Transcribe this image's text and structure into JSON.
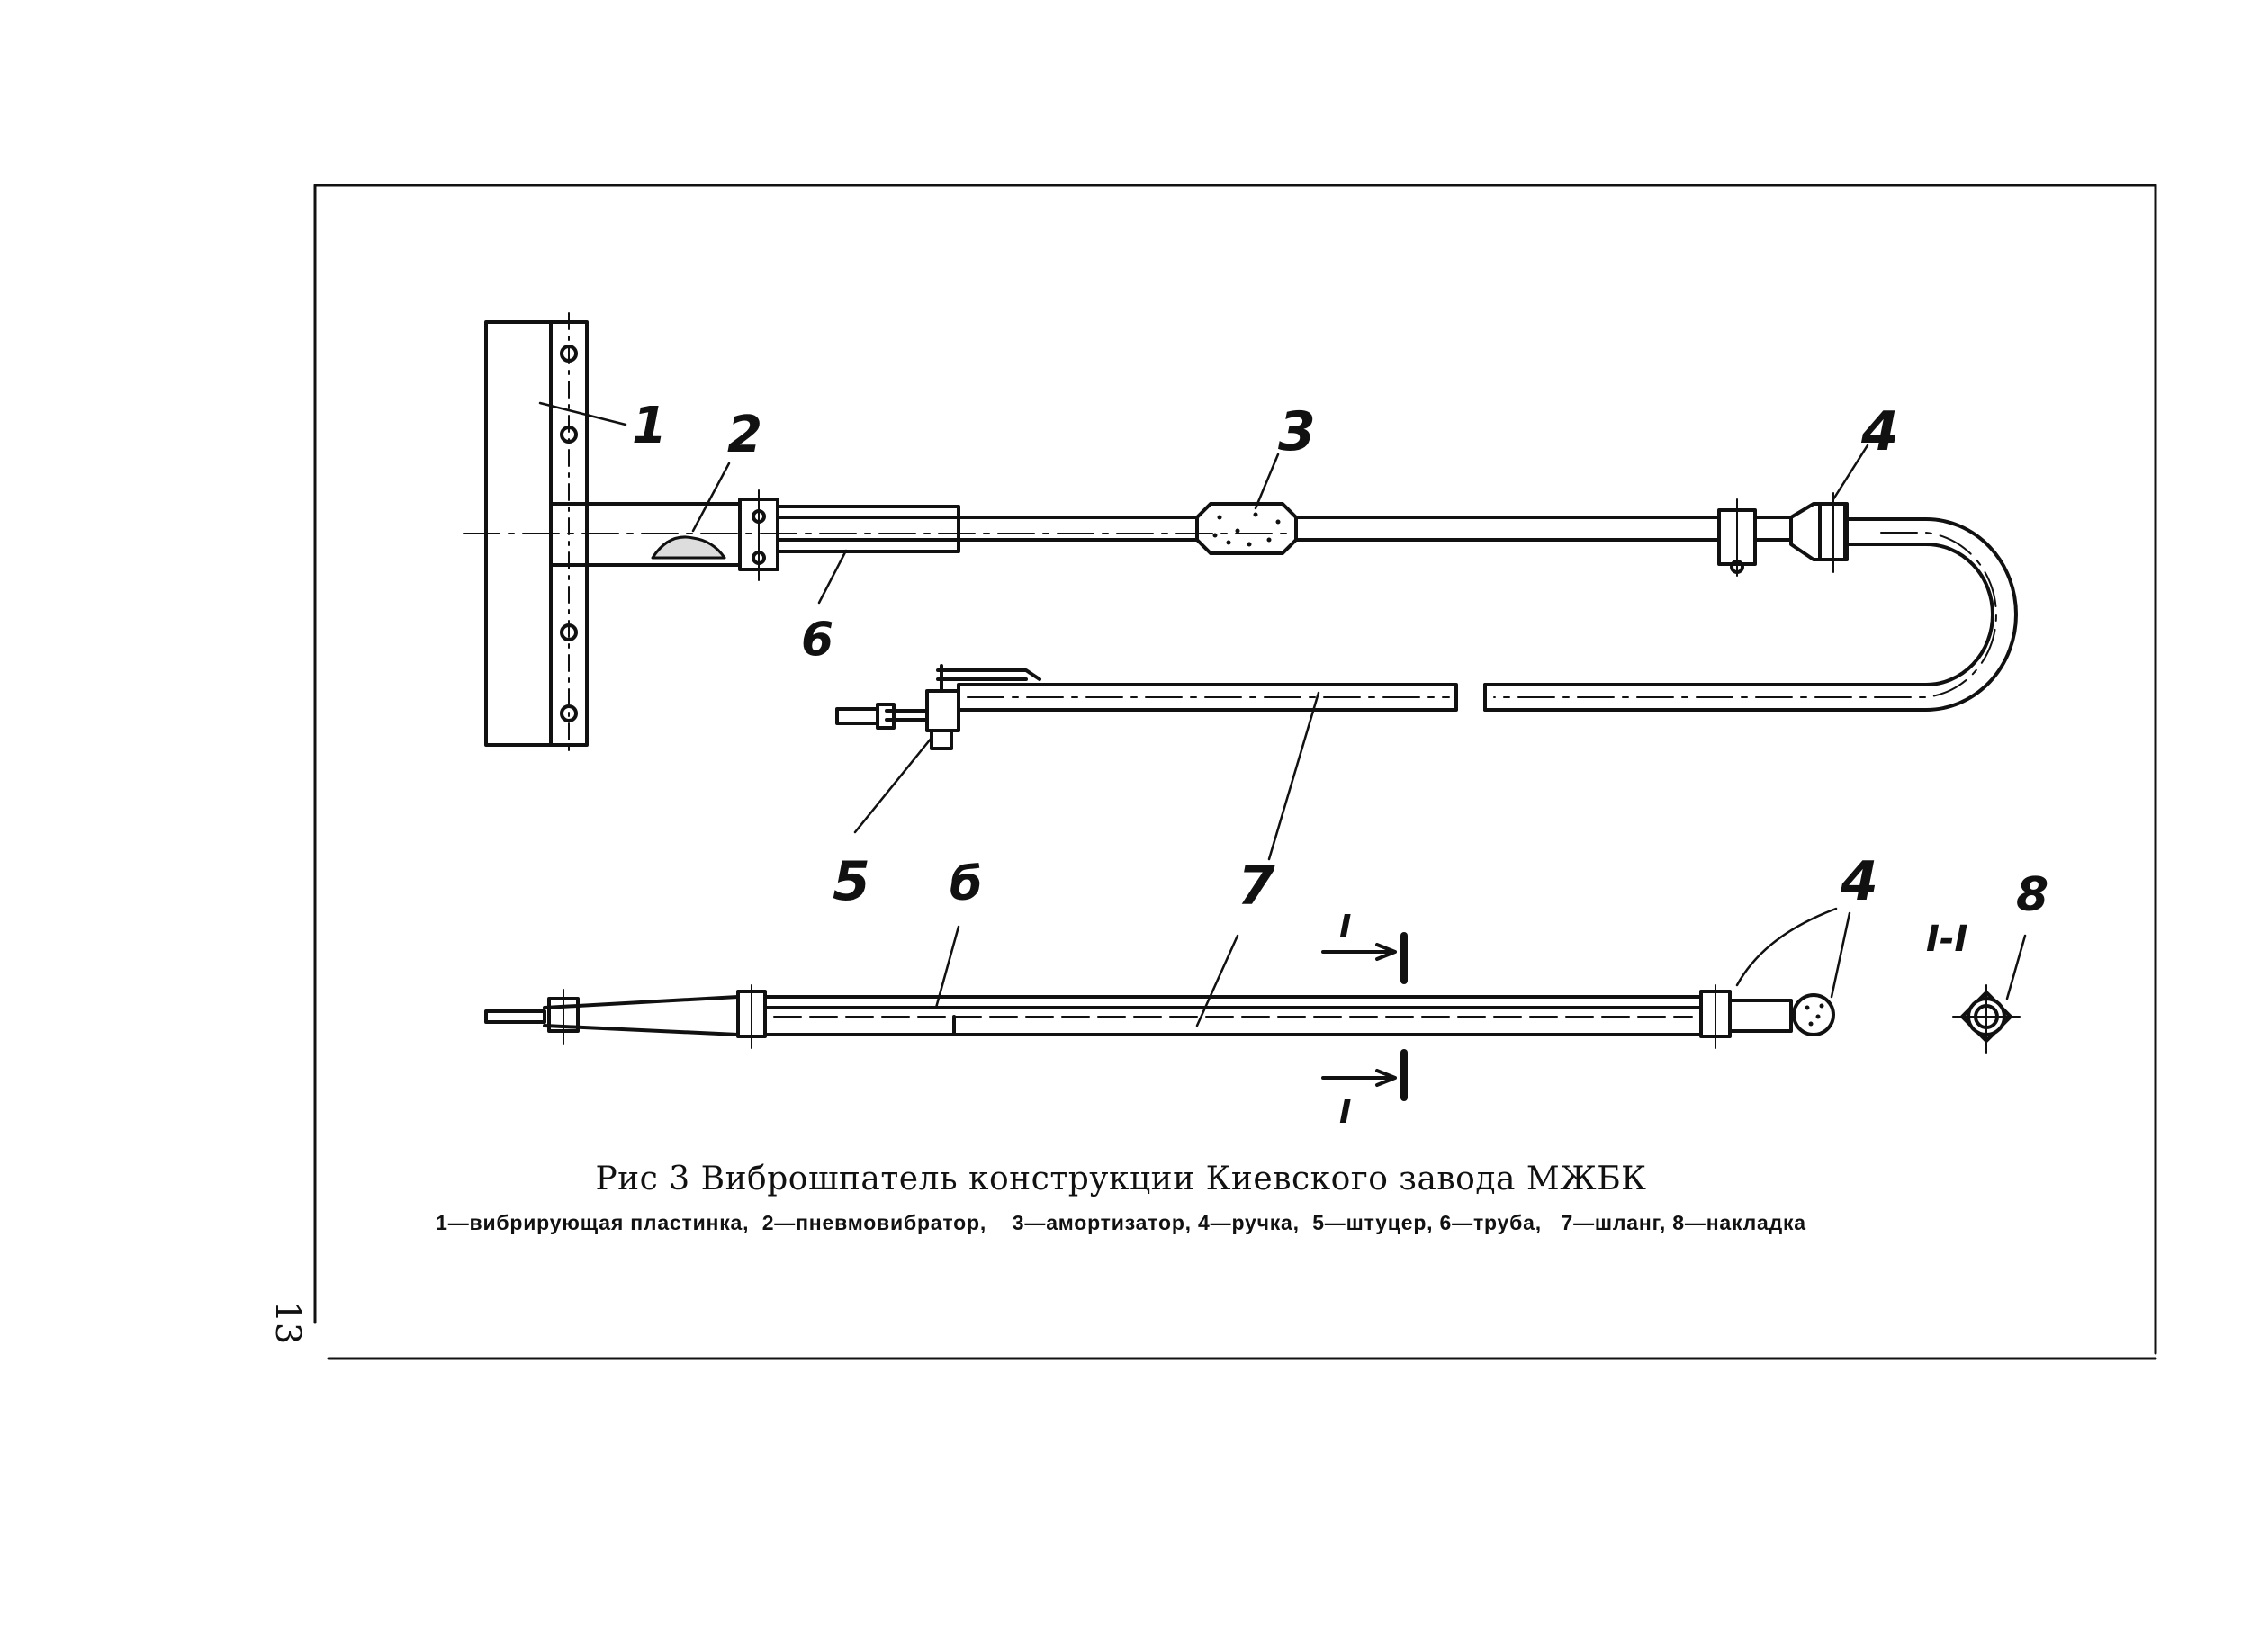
{
  "figure": {
    "title": "Рис 3 Виброшпатель конструкции Киевского завода МЖБК",
    "legend": "1—вибрирующая пластинка,  2—пневмовибратор,    3—амортизатор, 4—ручка,  5—штуцер, 6—труба,   7—шланг, 8—накладка"
  },
  "callouts": {
    "plate": "1",
    "vibrator": "2",
    "shock_absorber": "3",
    "handle_top": "4",
    "fitting": "5",
    "pipe_top": "6",
    "hose_top": "7",
    "pipe_side": "б",
    "hose_side": "7",
    "handle_side": "4",
    "pad": "8",
    "section_label": "I-I",
    "section_mark_top": "I",
    "section_mark_bottom": "I"
  },
  "page": {
    "number": "13"
  }
}
